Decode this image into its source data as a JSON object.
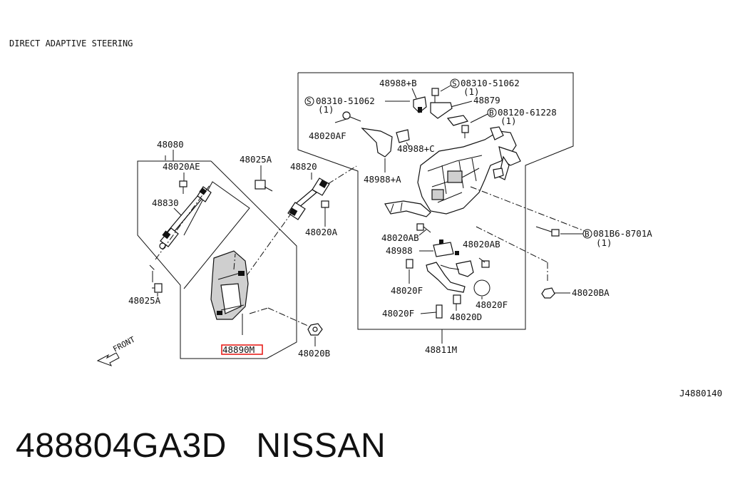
{
  "diagram": {
    "title": "DIRECT ADAPTIVE STEERING",
    "reference_code": "J4880140",
    "front_label": "FRONT",
    "highlight_color": "#e8201c",
    "labels": {
      "p48080": "48080",
      "p48020AE": "48020AE",
      "p48830": "48830",
      "p48025A_left": "48025A",
      "p48025A_top": "48025A",
      "p48820": "48820",
      "p48020A": "48020A",
      "p48988B": "48988+B",
      "p08310_a": "08310-51062",
      "p08310_a_qty": "(1)",
      "p08310_b": "08310-51062",
      "p08310_b_qty": "(1)",
      "p48879": "48879",
      "p08120": "08120-61228",
      "p08120_qty": "(1)",
      "p48020AF": "48020AF",
      "p48988C": "48988+C",
      "p48988A": "48988+A",
      "p081B6": "081B6-8701A",
      "p081B6_qty": "(1)",
      "p48020AB_left": "48020AB",
      "p48020AB_right": "48020AB",
      "p48988": "48988",
      "p48020F_left": "48020F",
      "p48020F_right": "48020F",
      "p48020F_bottom": "48020F",
      "p48020D": "48020D",
      "p48020BA": "48020BA",
      "p48811M": "48811M",
      "p48890M": "48890M",
      "p48020B": "48020B"
    },
    "callout_S": "S",
    "callout_B": "B"
  },
  "footer": {
    "part_number": "488804GA3D",
    "brand": "NISSAN"
  }
}
